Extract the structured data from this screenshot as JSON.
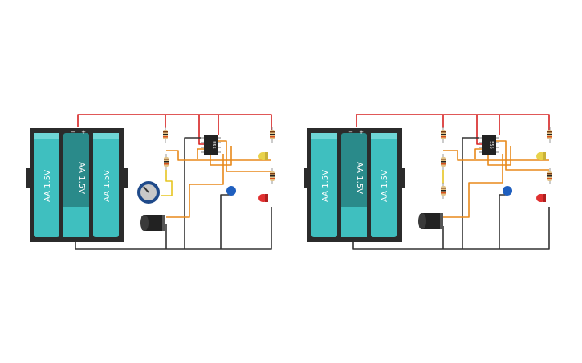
{
  "circuits": [
    {
      "battery": {
        "cells": [
          "AA 1.5V",
          "AA 1.5V",
          "AA 1.5V"
        ],
        "minus_label": "−",
        "plus_label": "+"
      },
      "chip_label": "555",
      "components": [
        "resistor",
        "resistor",
        "resistor",
        "resistor",
        "potentiometer",
        "electrolytic-capacitor",
        "ceramic-capacitor",
        "yellow-led",
        "red-led"
      ]
    },
    {
      "battery": {
        "cells": [
          "AA 1.5V",
          "AA 1.5V",
          "AA 1.5V"
        ],
        "minus_label": "−",
        "plus_label": "+"
      },
      "chip_label": "555",
      "components": [
        "resistor",
        "resistor",
        "resistor",
        "resistor",
        "resistor",
        "electrolytic-capacitor",
        "ceramic-capacitor",
        "yellow-led",
        "red-led"
      ]
    }
  ],
  "colors": {
    "battery_holder": "#2b2b2b",
    "cell_teal": "#3fbfbf",
    "cell_dark": "#2a8a8a",
    "wire_red": "#d62020",
    "wire_black": "#333333",
    "wire_orange": "#e8891a",
    "wire_yellow": "#e6c520",
    "led_yellow": "#e8d24a",
    "led_red": "#e03030",
    "ceramic_cap": "#1f5fbf",
    "pot_blue": "#1f4a8a"
  }
}
